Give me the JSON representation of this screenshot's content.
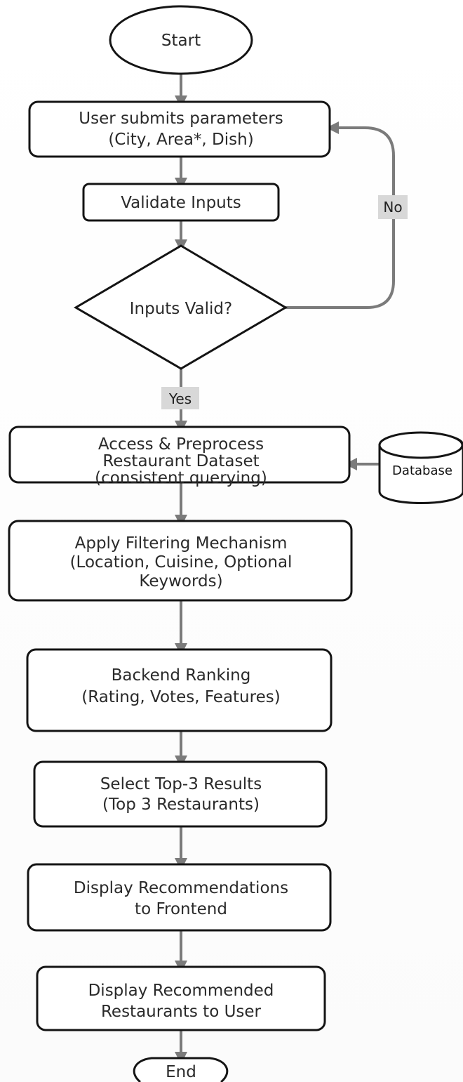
{
  "nodes": {
    "start": {
      "line1": "Start"
    },
    "submit": {
      "line1": "User submits parameters",
      "line2": "(City, Area*, Dish)"
    },
    "validate": {
      "line1": "Validate Inputs"
    },
    "decision": {
      "line1": "Inputs Valid?"
    },
    "access": {
      "line1": "Access & Preprocess",
      "line2": "Restaurant Dataset",
      "line3": "(consistent querying)"
    },
    "database": {
      "line1": "Database"
    },
    "filter": {
      "line1": "Apply Filtering Mechanism",
      "line2": "(Location, Cuisine, Optional",
      "line3": "Keywords)"
    },
    "ranking": {
      "line1": "Backend Ranking",
      "line2": "(Rating, Votes, Features)"
    },
    "select": {
      "line1": "Select Top-3 Results",
      "line2": "(Top 3 Restaurants)"
    },
    "frontend": {
      "line1": "Display Recommendations",
      "line2": "to Frontend"
    },
    "user": {
      "line1": "Display Recommended",
      "line2": "Restaurants to User"
    },
    "end": {
      "line1": "End"
    }
  },
  "labels": {
    "no": "No",
    "yes": "Yes"
  },
  "colors": {
    "border": "#141414",
    "connector": "#7b7b7b",
    "label_background": "#d8d8d8",
    "text": "#2a2a2a"
  }
}
